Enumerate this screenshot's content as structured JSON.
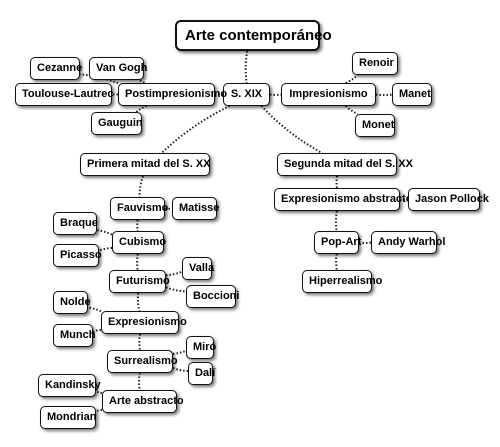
{
  "diagram": {
    "root": "Arte contemporáneo",
    "nodes": {
      "s_xix": "S. XIX",
      "impresionismo": "Impresionismo",
      "renoir": "Renoir",
      "manet": "Manet",
      "monet": "Monet",
      "postimpresionismo": "Postimpresionismo",
      "cezanne": "Cezanne",
      "van_gogh": "Van Gogh",
      "toulouse_lautrec": "Toulouse-Lautrec",
      "gauguin": "Gauguin",
      "primera_mitad": "Primera mitad del S. XX",
      "fauvismo": "Fauvismo",
      "matisse": "Matisse",
      "cubismo": "Cubismo",
      "braque": "Braque",
      "picasso": "Picasso",
      "futurismo": "Futurismo",
      "valla": "Valla",
      "boccioni": "Boccioni",
      "expresionismo": "Expresionismo",
      "nolde": "Nolde",
      "munch": "Munch",
      "surrealismo": "Surrealismo",
      "miro": "Miró",
      "dali": "Dalí",
      "arte_abstracto": "Arte abstracto",
      "kandinsky": "Kandinsky",
      "mondrian": "Mondrian",
      "segunda_mitad": "Segunda mitad del S. XX",
      "expresionismo_abstracto": "Expresionismo abstracto",
      "jason_pollock": "Jason Pollock",
      "pop_art": "Pop-Art",
      "andy_warhol": "Andy Warhol",
      "hiperrealismo": "Hiperrealismo"
    }
  }
}
